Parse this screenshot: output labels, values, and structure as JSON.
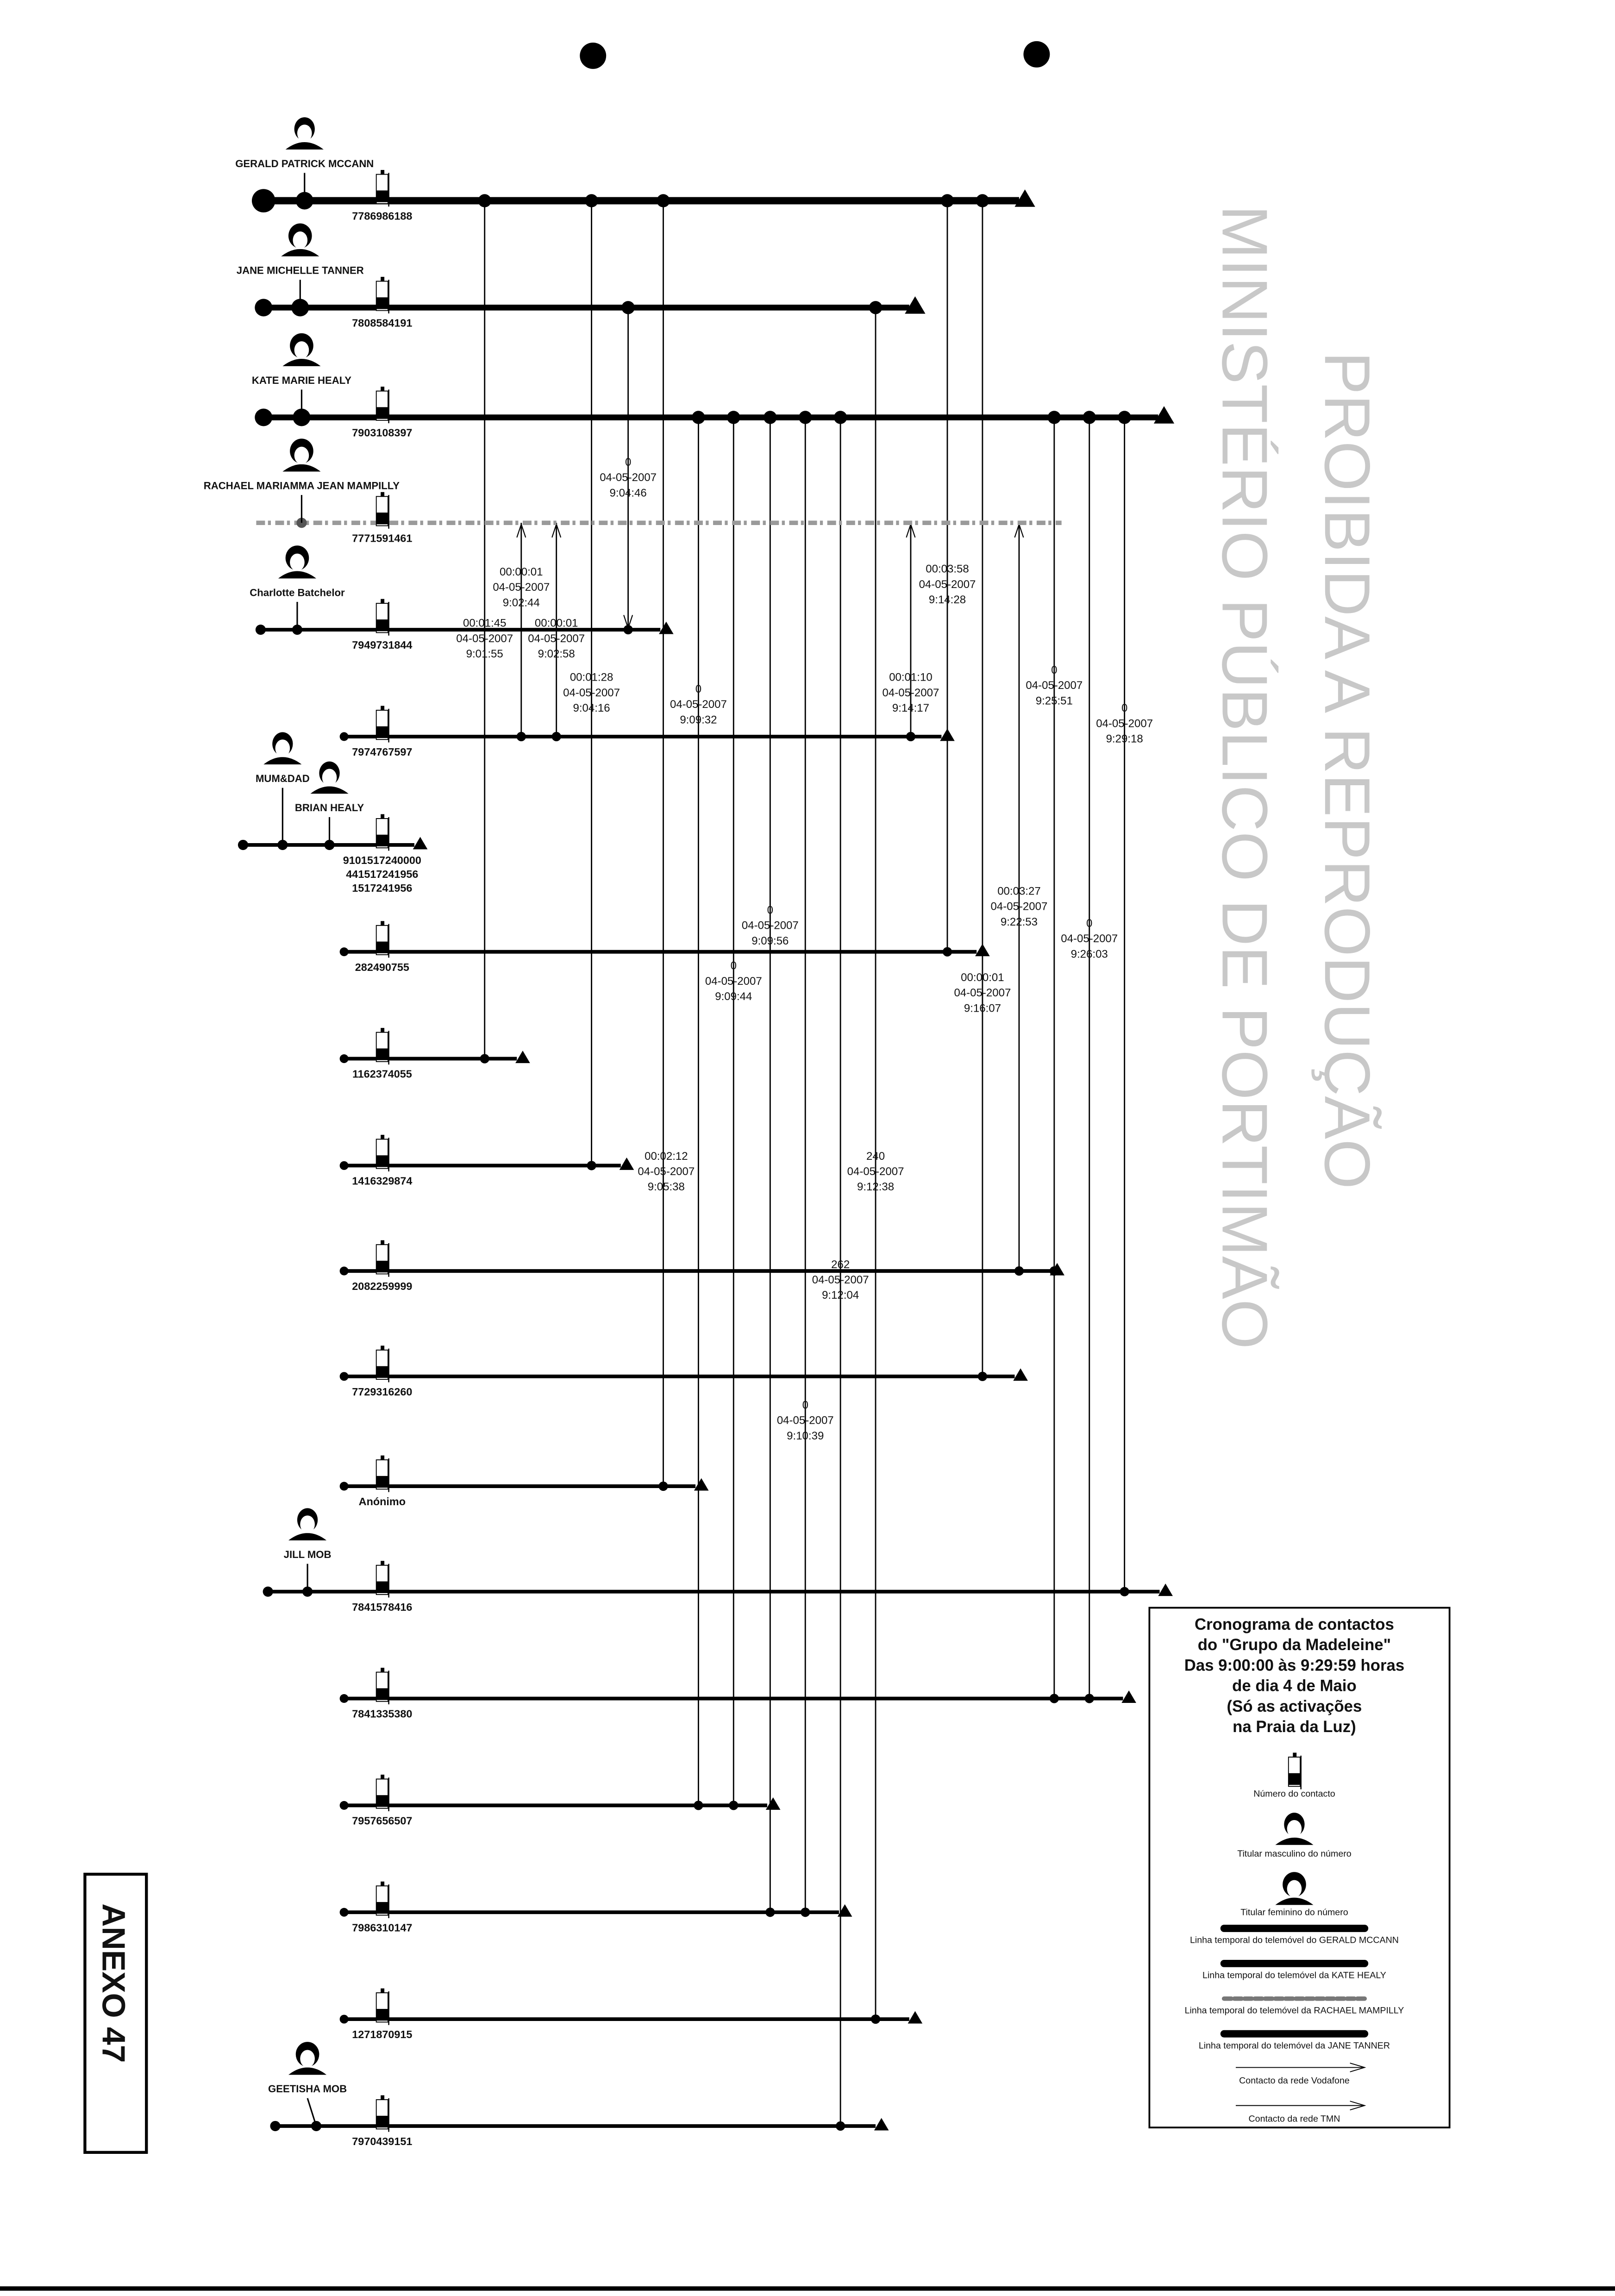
{
  "rows": [
    {
      "holders": [
        "GERALD PATRICK MCCANN"
      ],
      "numbers": [
        "7786986188"
      ]
    },
    {
      "holders": [
        "JANE MICHELLE TANNER"
      ],
      "numbers": [
        "7808584191"
      ]
    },
    {
      "holders": [
        "KATE MARIE HEALY"
      ],
      "numbers": [
        "7903108397"
      ]
    },
    {
      "holders": [
        "RACHAEL MARIAMMA JEAN MAMPILLY"
      ],
      "numbers": [
        "7771591461"
      ]
    },
    {
      "holders": [
        "Charlotte Batchelor"
      ],
      "numbers": [
        "7949731844"
      ]
    },
    {
      "holders": [],
      "numbers": [
        "7974767597"
      ]
    },
    {
      "holders": [
        "MUM&DAD",
        "BRIAN HEALY"
      ],
      "numbers": [
        "9101517240000",
        "441517241956",
        "1517241956"
      ]
    },
    {
      "holders": [],
      "numbers": [
        "282490755"
      ]
    },
    {
      "holders": [],
      "numbers": [
        "1162374055"
      ]
    },
    {
      "holders": [],
      "numbers": [
        "1416329874"
      ]
    },
    {
      "holders": [],
      "numbers": [
        "2082259999"
      ]
    },
    {
      "holders": [],
      "numbers": [
        "7729316260"
      ]
    },
    {
      "holders": [],
      "numbers": [
        "Anónimo"
      ]
    },
    {
      "holders": [
        "JILL MOB"
      ],
      "numbers": [
        "7841578416"
      ]
    },
    {
      "holders": [],
      "numbers": [
        "7841335380"
      ]
    },
    {
      "holders": [],
      "numbers": [
        "7957656507"
      ]
    },
    {
      "holders": [],
      "numbers": [
        "7986310147"
      ]
    },
    {
      "holders": [],
      "numbers": [
        "1271870915"
      ]
    },
    {
      "holders": [
        "GEETISHA MOB"
      ],
      "numbers": [
        "7970439151"
      ]
    }
  ],
  "events": [
    {
      "lines": [
        "00:01:45",
        "04-05-2007",
        "9:01:55"
      ]
    },
    {
      "lines": [
        "00:00:01",
        "04-05-2007",
        "9:02:44"
      ]
    },
    {
      "lines": [
        "00:00:01",
        "04-05-2007",
        "9:02:58"
      ]
    },
    {
      "lines": [
        "00:01:28",
        "04-05-2007",
        "9:04:16"
      ]
    },
    {
      "lines": [
        "0",
        "04-05-2007",
        "9:04:46"
      ]
    },
    {
      "lines": [
        "00:02:12",
        "04-05-2007",
        "9:05:38"
      ]
    },
    {
      "lines": [
        "0",
        "04-05-2007",
        "9:09:32"
      ]
    },
    {
      "lines": [
        "0",
        "04-05-2007",
        "9:09:44"
      ]
    },
    {
      "lines": [
        "0",
        "04-05-2007",
        "9:09:56"
      ]
    },
    {
      "lines": [
        "0",
        "04-05-2007",
        "9:10:39"
      ]
    },
    {
      "lines": [
        "262",
        "04-05-2007",
        "9:12:04"
      ]
    },
    {
      "lines": [
        "240",
        "04-05-2007",
        "9:12:38"
      ]
    },
    {
      "lines": [
        "00:01:10",
        "04-05-2007",
        "9:14:17"
      ]
    },
    {
      "lines": [
        "00:03:58",
        "04-05-2007",
        "9:14:28"
      ]
    },
    {
      "lines": [
        "00:00:01",
        "04-05-2007",
        "9:16:07"
      ]
    },
    {
      "lines": [
        "00:03:27",
        "04-05-2007",
        "9:22:53"
      ]
    },
    {
      "lines": [
        "0",
        "04-05-2007",
        "9:25:51"
      ]
    },
    {
      "lines": [
        "0",
        "04-05-2007",
        "9:26:03"
      ]
    },
    {
      "lines": [
        "0",
        "04-05-2007",
        "9:29:18"
      ]
    }
  ],
  "legend": {
    "title": [
      "Cronograma de contactos",
      "do \"Grupo da Madeleine\"",
      "Das 9:00:00 às 9:29:59 horas",
      "de dia 4 de Maio",
      "(Só as activações",
      "na Praia da Luz)"
    ],
    "phone": "Número do contacto",
    "male": "Titular masculino do número",
    "female": "Titular feminino do número",
    "gerald_line": "Linha temporal do telemóvel do GERALD MCCANN",
    "kate_line": "Linha temporal do telemóvel da KATE HEALY",
    "rachael_line": "Linha temporal do telemóvel da RACHAEL MAMPILLY",
    "jane_line": "Linha temporal do telemóvel da JANE TANNER",
    "vodafone": "Contacto da rede Vodafone",
    "tmn": "Contacto da rede TMN"
  },
  "watermark": [
    "MINISTÉRIO PÚBLICO DE PORTIMÃO",
    "PROIBIDA A REPRODUÇÃO"
  ],
  "annex": "ANEXO 47"
}
